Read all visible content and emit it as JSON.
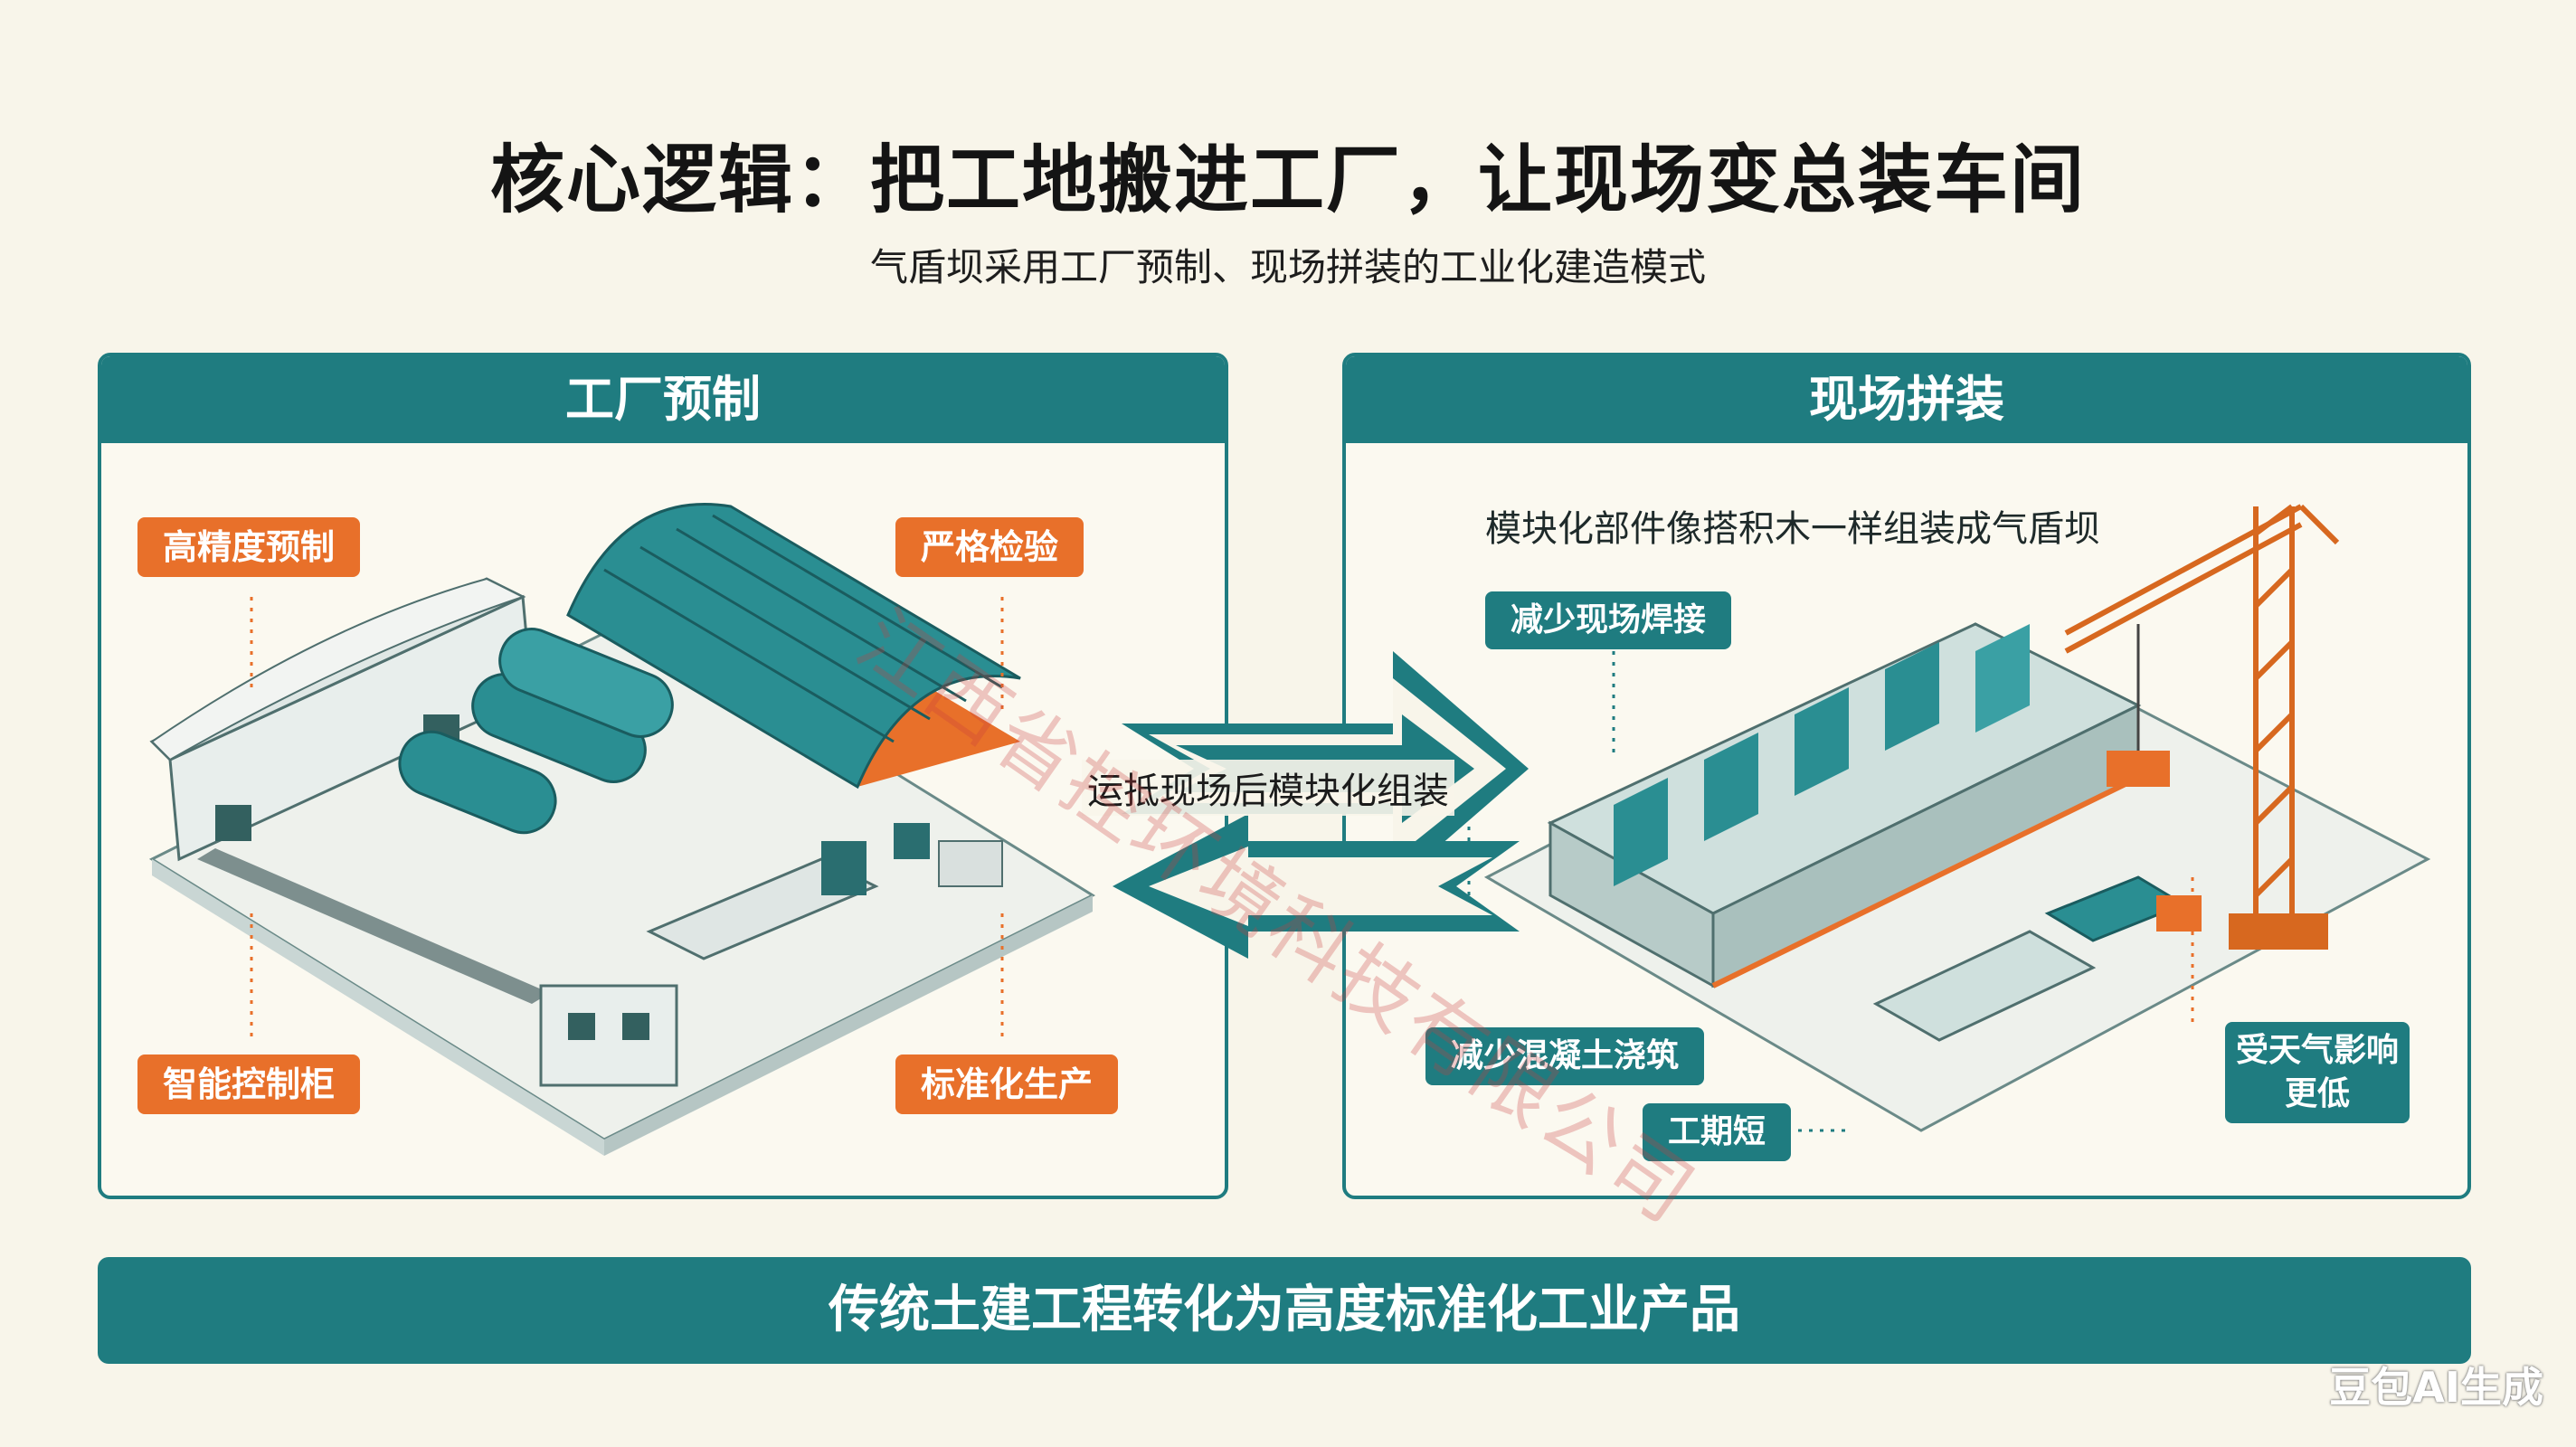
{
  "title": "核心逻辑：把工地搬进工厂，让现场变总装车间",
  "subtitle": "气盾坝采用工厂预制、现场拼装的工业化建造模式",
  "left_panel": {
    "header": "工厂预制",
    "tags": {
      "top_left": "高精度预制",
      "top_right": "严格检验",
      "bottom_left": "智能控制柜",
      "bottom_right": "标准化生产"
    }
  },
  "right_panel": {
    "header": "现场拼装",
    "description": "模块化部件像搭积木一样组装成气盾坝",
    "tags": {
      "reduce_welding": "减少现场焊接",
      "reduce_concrete": "减少混凝土浇筑",
      "short_period": "工期短",
      "weather": "受天气影响更低"
    }
  },
  "center_arrow_label": "运抵现场后模块化组装",
  "bottom_banner": "传统土建工程转化为高度标准化工业产品",
  "watermark": "江西省控环境科技有限公司",
  "corner_mark": "豆包AI生成",
  "colors": {
    "teal": "#1f7c80",
    "orange": "#e8702a",
    "background": "#f8f5ea"
  }
}
